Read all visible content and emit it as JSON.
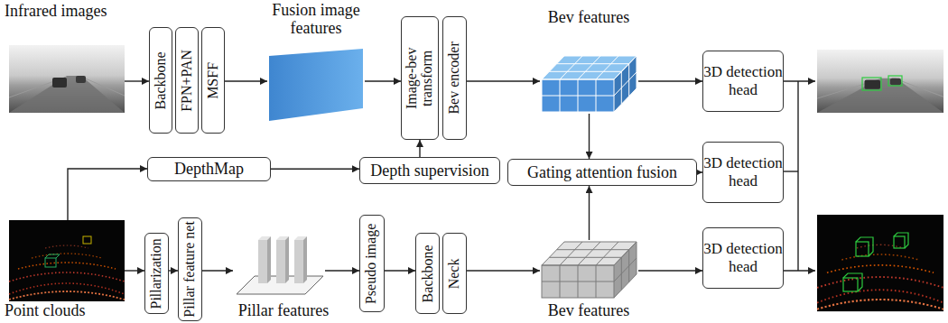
{
  "diagram": {
    "nodes": [
      {
        "text": [
          "Infrared images"
        ]
      },
      {
        "text": [
          "Backbone"
        ]
      },
      {
        "text": [
          "FPN+PAN"
        ]
      },
      {
        "text": [
          "MSFF"
        ]
      },
      {
        "text": [
          "Fusion image features"
        ]
      },
      {
        "text": [
          "Image-bev transform"
        ]
      },
      {
        "text": [
          "Bev encoder"
        ]
      },
      {
        "text": [
          "Bev features"
        ]
      },
      {
        "text": [
          "3D detection head"
        ]
      },
      {
        "text": [
          "DepthMap"
        ]
      },
      {
        "text": [
          "Depth supervision"
        ]
      },
      {
        "text": [
          "Gating attention fusion"
        ]
      },
      {
        "text": [
          "3D detection head"
        ]
      },
      {
        "text": [
          "Point clouds"
        ]
      },
      {
        "text": [
          "Pillarization"
        ]
      },
      {
        "text": [
          "Pillar feature net"
        ]
      },
      {
        "text": [
          "Pillar features"
        ]
      },
      {
        "text": [
          "Pseudo image"
        ]
      },
      {
        "text": [
          "Backbone"
        ]
      },
      {
        "text": [
          "Neck"
        ]
      },
      {
        "text": [
          "Bev features"
        ]
      },
      {
        "text": [
          "3D detection head"
        ]
      }
    ],
    "edges": [
      {
        "from": 0,
        "to": 1,
        "arrow": "to"
      },
      {
        "from": 3,
        "to": 4,
        "arrow": "to"
      },
      {
        "from": 4,
        "to": 5,
        "arrow": "to"
      },
      {
        "from": 6,
        "to": 7,
        "arrow": "to"
      },
      {
        "from": 7,
        "to": 8,
        "arrow": "to"
      },
      {
        "from": 7,
        "to": 11,
        "arrow": "to"
      },
      {
        "from": 13,
        "to": 9,
        "arrow": "to"
      },
      {
        "from": 9,
        "to": 10,
        "arrow": "to"
      },
      {
        "from": 10,
        "to": 5,
        "arrow": "to"
      },
      {
        "from": 11,
        "to": 12,
        "arrow": "to"
      },
      {
        "from": 20,
        "to": 11,
        "arrow": "to"
      },
      {
        "from": 13,
        "to": 14,
        "arrow": "to"
      },
      {
        "from": 14,
        "to": 15,
        "arrow": "to"
      },
      {
        "from": 15,
        "to": 16,
        "arrow": "to"
      },
      {
        "from": 16,
        "to": 17,
        "arrow": "to"
      },
      {
        "from": 17,
        "to": 18,
        "arrow": "to"
      },
      {
        "from": 19,
        "to": 20,
        "arrow": "to"
      },
      {
        "from": 20,
        "to": 21,
        "arrow": "to"
      }
    ]
  }
}
